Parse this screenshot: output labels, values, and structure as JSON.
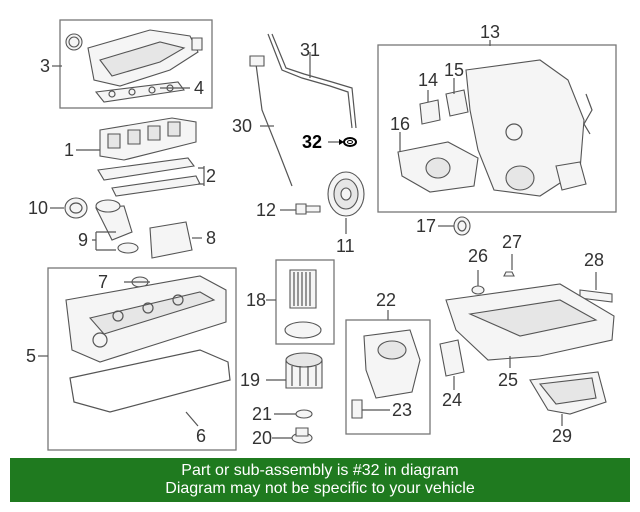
{
  "callouts": {
    "c1": "1",
    "c2": "2",
    "c3": "3",
    "c4": "4",
    "c5": "5",
    "c6": "6",
    "c7": "7",
    "c8": "8",
    "c9": "9",
    "c10": "10",
    "c11": "11",
    "c12": "12",
    "c13": "13",
    "c14": "14",
    "c15": "15",
    "c16": "16",
    "c17": "17",
    "c18": "18",
    "c19": "19",
    "c20": "20",
    "c21": "21",
    "c22": "22",
    "c23": "23",
    "c24": "24",
    "c25": "25",
    "c26": "26",
    "c27": "27",
    "c28": "28",
    "c29": "29",
    "c30": "30",
    "c31": "31",
    "c32": "32"
  },
  "banner": {
    "line1": "Part or sub-assembly is #32 in diagram",
    "line2": "Diagram may not be specific to your vehicle"
  }
}
